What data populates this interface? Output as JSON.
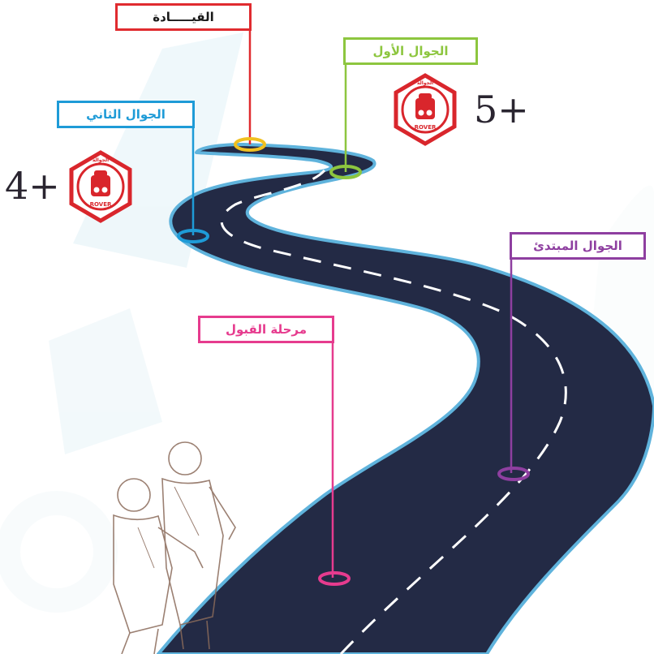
{
  "stages": [
    {
      "key": "leadership",
      "label": "القيـــــادة",
      "color": "#e02b2f"
    },
    {
      "key": "first_rover",
      "label": "الجوال الأول",
      "color": "#8dc63f"
    },
    {
      "key": "second_rover",
      "label": "الجوال الثاني",
      "color": "#1e9bd7"
    },
    {
      "key": "beginner_rover",
      "label": "الجوال المبتدئ",
      "color": "#8e3fa0"
    },
    {
      "key": "acceptance",
      "label": "مرحلة القبول",
      "color": "#e63b8e"
    }
  ],
  "badges": [
    {
      "key": "badge_5",
      "plus_text": "5+",
      "top_text": "الجوالة",
      "bottom_text": "ROVER",
      "color": "#d9262c"
    },
    {
      "key": "badge_4",
      "plus_text": "4+",
      "top_text": "الجوالة",
      "bottom_text": "ROVER",
      "color": "#d9262c"
    }
  ],
  "colors": {
    "road": "#232a45",
    "road_edge": "#5fb3dc",
    "road_marking": "#ffffff",
    "illustration": "#8a6a5a"
  }
}
